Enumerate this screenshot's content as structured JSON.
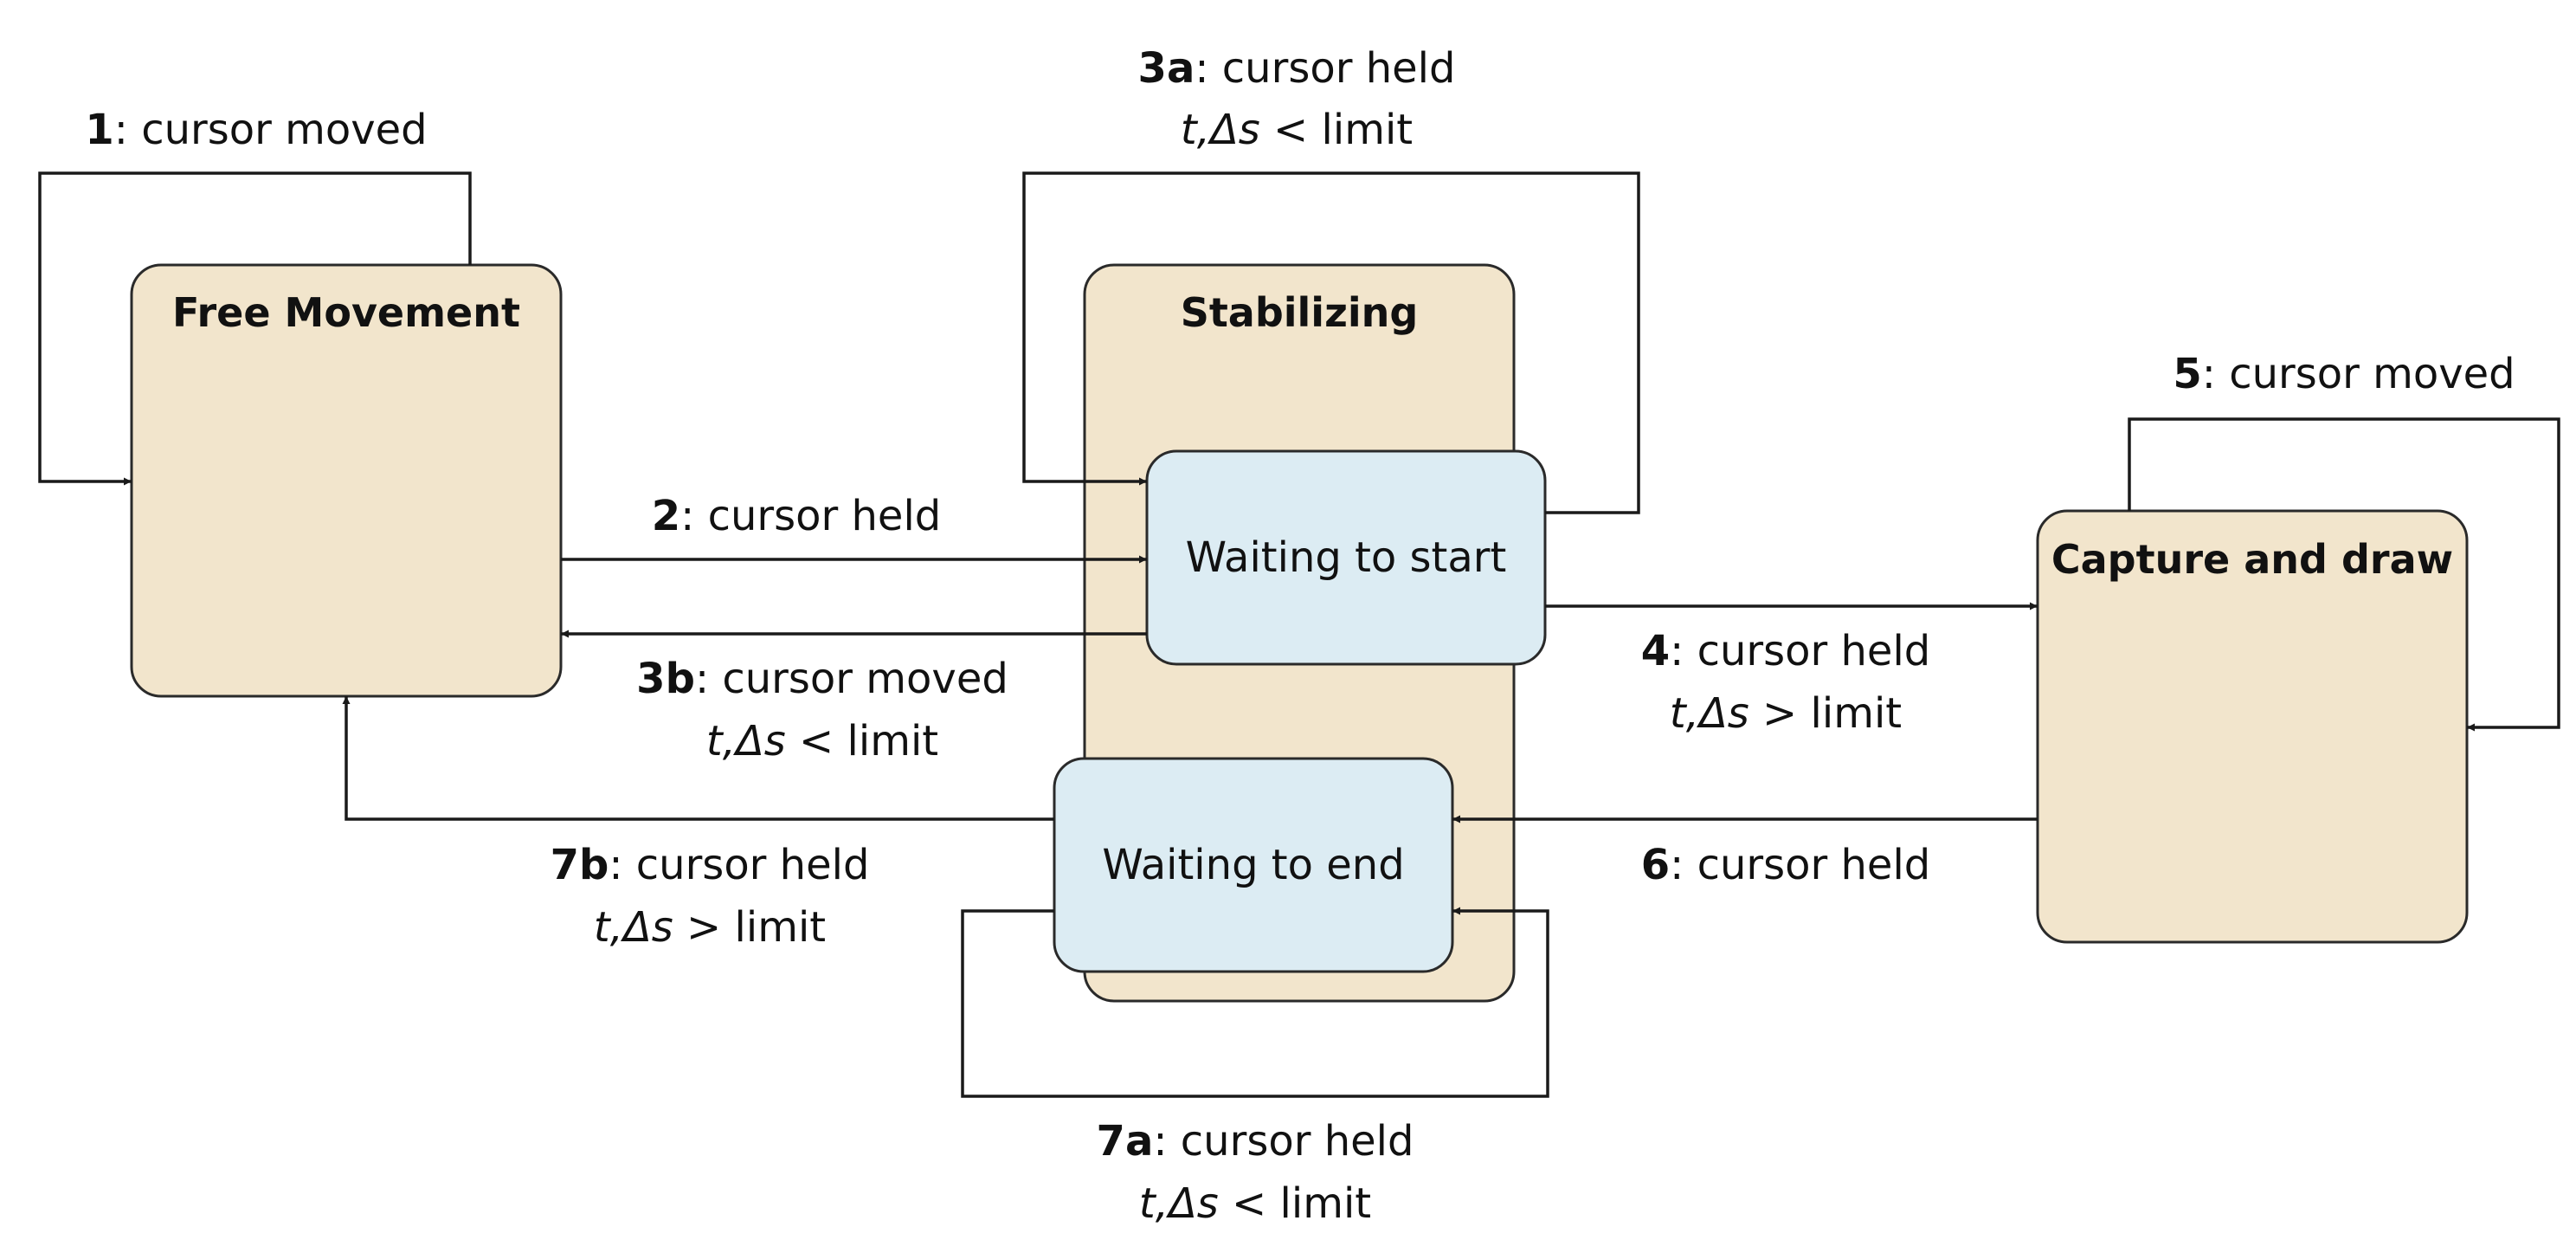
{
  "states": {
    "free_movement": {
      "title": "Free Movement"
    },
    "stabilizing": {
      "title": "Stabilizing",
      "waiting_to_start": "Waiting to start",
      "waiting_to_end": "Waiting to end"
    },
    "capture_and_draw": {
      "title": "Capture and draw"
    }
  },
  "transitions": {
    "t1": {
      "num": "1",
      "label": ": cursor moved"
    },
    "t2": {
      "num": "2",
      "label": ": cursor held"
    },
    "t3a": {
      "num": "3a",
      "label": ": cursor held",
      "cond_var": "t,Δs",
      "cond_rest": " < limit"
    },
    "t3b": {
      "num": "3b",
      "label": ": cursor moved",
      "cond_var": "t,Δs",
      "cond_rest": " < limit"
    },
    "t4": {
      "num": "4",
      "label": ": cursor held",
      "cond_var": "t,Δs",
      "cond_rest": " > limit"
    },
    "t5": {
      "num": "5",
      "label": ": cursor moved"
    },
    "t6": {
      "num": "6",
      "label": ": cursor held"
    },
    "t7a": {
      "num": "7a",
      "label": ": cursor held",
      "cond_var": "t,Δs",
      "cond_rest": " < limit"
    },
    "t7b": {
      "num": "7b",
      "label": ": cursor held",
      "cond_var": "t,Δs",
      "cond_rest": " > limit"
    }
  }
}
